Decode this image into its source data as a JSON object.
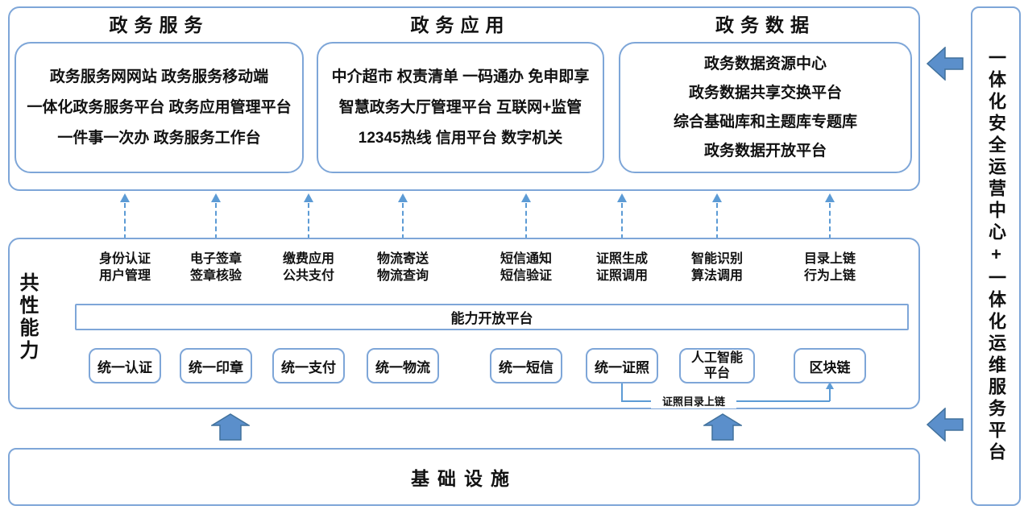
{
  "top": {
    "sections": [
      {
        "title": "政务服务",
        "lines": [
          "政务服务网网站 政务服务移动端",
          "一体化政务服务平台 政务应用管理平台",
          "一件事一次办 政务服务工作台"
        ]
      },
      {
        "title": "政务应用",
        "lines": [
          "中介超市 权责清单 一码通办 免申即享",
          "智慧政务大厅管理平台 互联网+监管",
          "12345热线 信用平台 数字机关"
        ]
      },
      {
        "title": "政务数据",
        "lines": [
          "政务数据资源中心",
          "政务数据共享交换平台",
          "综合基础库和主题库专题库",
          "政务数据开放平台"
        ]
      }
    ]
  },
  "middle": {
    "side_label": "共性能力",
    "platform_bar": "能力开放平台",
    "columns": [
      {
        "cap1": "身份认证",
        "cap2": "用户管理",
        "box": "统一认证"
      },
      {
        "cap1": "电子签章",
        "cap2": "签章核验",
        "box": "统一印章"
      },
      {
        "cap1": "缴费应用",
        "cap2": "公共支付",
        "box": "统一支付"
      },
      {
        "cap1": "物流寄送",
        "cap2": "物流查询",
        "box": "统一物流"
      },
      {
        "cap1": "短信通知",
        "cap2": "短信验证",
        "box": "统一短信"
      },
      {
        "cap1": "证照生成",
        "cap2": "证照调用",
        "box": "统一证照"
      },
      {
        "cap1": "智能识别",
        "cap2": "算法调用",
        "box": "人工智能平台"
      },
      {
        "cap1": "目录上链",
        "cap2": "行为上链",
        "box": "区块链"
      }
    ],
    "connector_label": "证照目录上链"
  },
  "bottom": {
    "label": "基础设施"
  },
  "right_bar": {
    "label": "一体化安全运营中心+一体化运维服务平台"
  },
  "colors": {
    "border_blue": "#7EA6D8",
    "dash_blue": "#5C9BD5",
    "arrow_fill": "#5B8FCB",
    "arrow_stroke": "#41719C",
    "text": "#111111"
  }
}
